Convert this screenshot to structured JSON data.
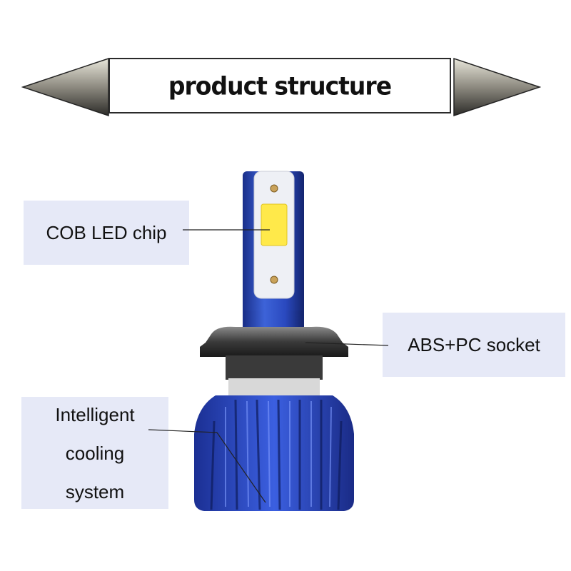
{
  "banner": {
    "title": "product structure"
  },
  "labels": {
    "cob": "COB LED chip",
    "abs": "ABS+PC socket",
    "cooling": [
      "Intelligent",
      "cooling",
      "system"
    ]
  },
  "colors": {
    "label_bg": "#e6e9f7",
    "bulb_blue": "#2b4fc9",
    "chip_yellow": "#ffe94a"
  }
}
